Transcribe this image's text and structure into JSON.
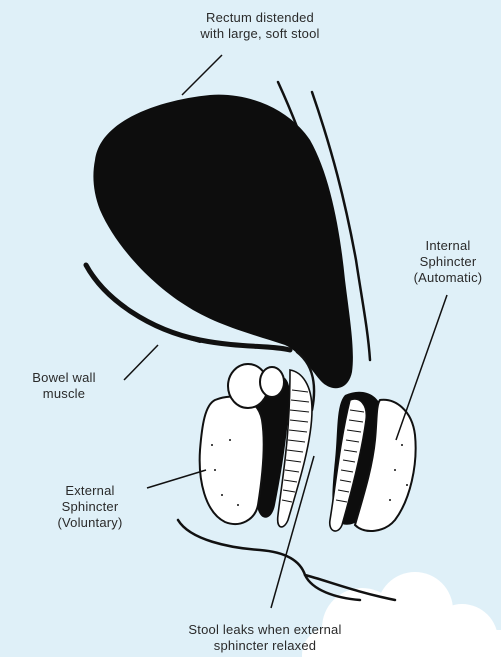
{
  "diagram": {
    "labels": {
      "rectum": [
        "Rectum distended",
        "with large, soft stool"
      ],
      "internal_sphincter": [
        "Internal",
        "Sphincter",
        "(Automatic)"
      ],
      "bowel_wall": [
        "Bowel wall",
        "muscle"
      ],
      "external_sphincter": [
        "External",
        "Sphincter",
        "(Voluntary)"
      ],
      "stool_leaks": [
        "Stool leaks when external",
        "sphincter relaxed"
      ]
    }
  },
  "colors": {
    "background": "#dff0f8",
    "ink": "#111111",
    "tissue": "#ffffff",
    "cloud": "#ffffff"
  }
}
